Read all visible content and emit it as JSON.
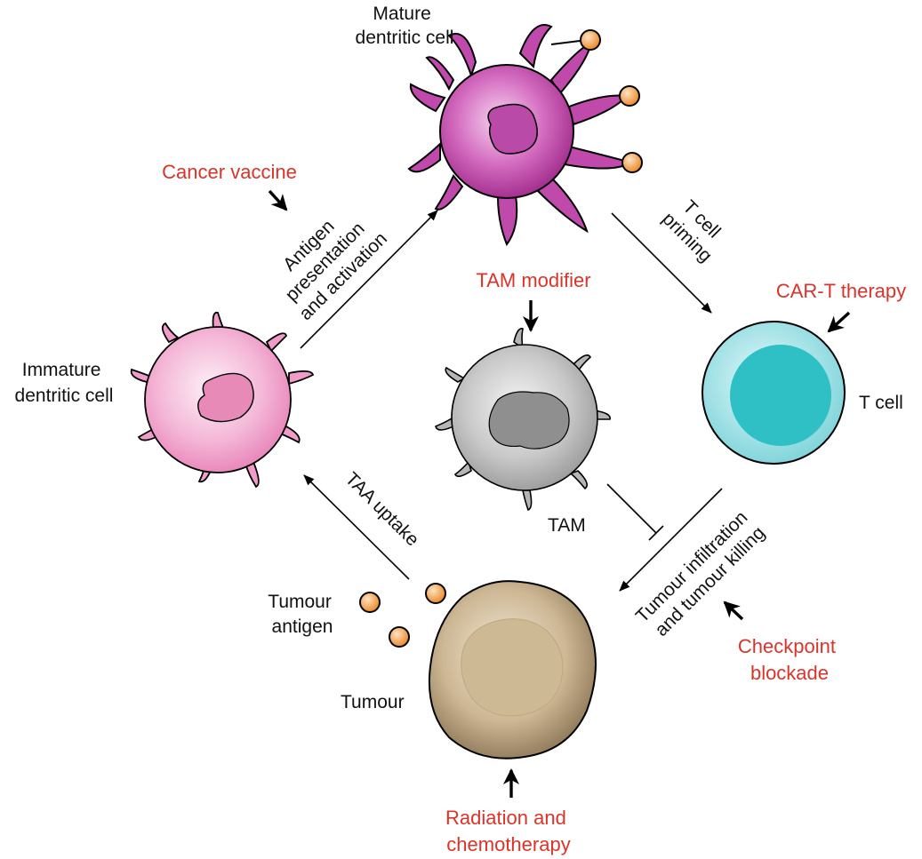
{
  "labels": {
    "mature_dc_line1": "Mature",
    "mature_dc_line2": "dentritic cell",
    "immature_dc_line1": "Immature",
    "immature_dc_line2": "dentritic cell",
    "t_cell": "T cell",
    "tam": "TAM",
    "tumour": "Tumour",
    "tumour_antigen_line1": "Tumour",
    "tumour_antigen_line2": "antigen"
  },
  "processes": {
    "antigen_presentation_line1": "Antigen",
    "antigen_presentation_line2": "presentation",
    "antigen_presentation_line3": "and activation",
    "t_cell_priming_line1": "T cell",
    "t_cell_priming_line2": "priming",
    "taa_uptake": "TAA uptake",
    "tumour_infiltration_line1": "Tumour infiltration",
    "tumour_infiltration_line2": "and tumour killing"
  },
  "therapies": {
    "cancer_vaccine": "Cancer vaccine",
    "tam_modifier": "TAM modifier",
    "car_t_line1": "CAR-T therapy",
    "checkpoint_line1": "Checkpoint",
    "checkpoint_line2": "blockade",
    "radiation_line1": "Radiation and",
    "radiation_line2": "chemotherapy"
  },
  "colors": {
    "therapy_text": "#d9342b",
    "mature_dc": "#b3359e",
    "immature_dc": "#ef9cc8",
    "t_cell_outer": "#9fdfe4",
    "t_cell_nucleus": "#2fc0c6",
    "tam": "#b5b5b5",
    "tumour": "#c9b38f",
    "antigen": "#f4a04a"
  }
}
